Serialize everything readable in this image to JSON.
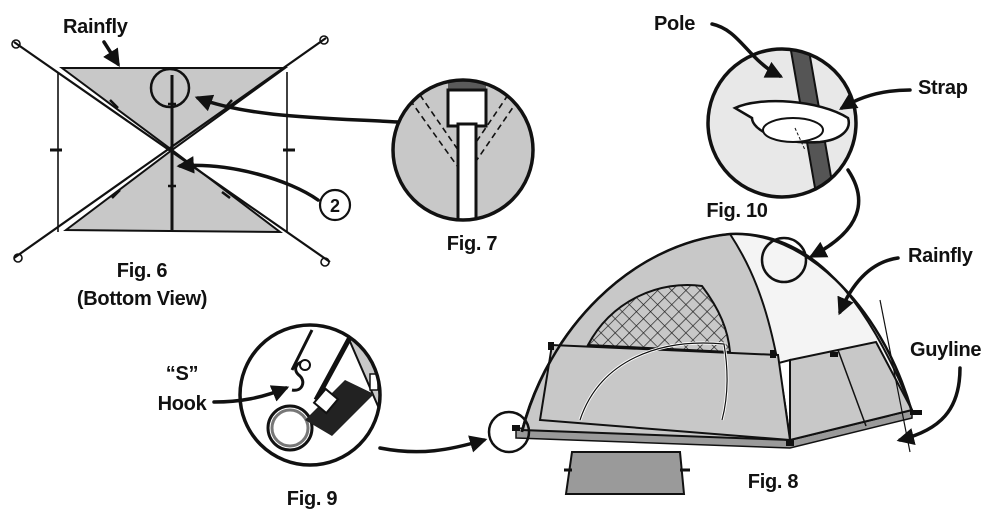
{
  "fig6": {
    "caption": "Fig. 6",
    "subcaption": "(Bottom View)",
    "rainfly_label": "Rainfly",
    "callout_number": "2"
  },
  "fig7": {
    "caption": "Fig. 7"
  },
  "fig8": {
    "caption": "Fig. 8",
    "rainfly_label": "Rainfly",
    "guyline_label": "Guyline"
  },
  "fig9": {
    "caption": "Fig. 9",
    "s_label": "“S”",
    "hook_label": "Hook"
  },
  "fig10": {
    "caption": "Fig. 10",
    "pole_label": "Pole",
    "strap_label": "Strap"
  },
  "colors": {
    "fabric_gray": "#c8c8c8",
    "dark_gray": "#6b6b6b",
    "outline": "#111111",
    "white": "#ffffff"
  }
}
